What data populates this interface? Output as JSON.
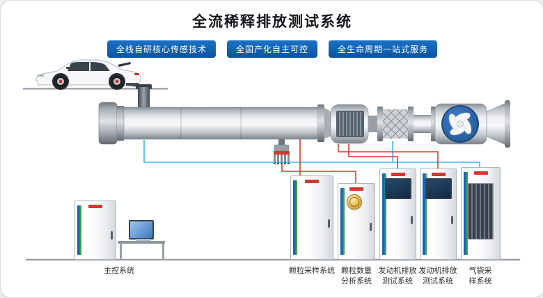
{
  "title": "全流稀释排放测试系统",
  "badges": [
    {
      "label": "全栈自研核心传感技术"
    },
    {
      "label": "全国产化自主可控"
    },
    {
      "label": "全生命周期一站式服务"
    }
  ],
  "systems": [
    {
      "label": "主控系统"
    },
    {
      "label": "颗粒采样系统"
    },
    {
      "label": "颗粒数量\n分析系统"
    },
    {
      "label": "发动机排放\n测试系统"
    },
    {
      "label": "发动机排放\n测试系统"
    },
    {
      "label": "气袋采\n样系统"
    }
  ],
  "colors": {
    "badge_blue": "#0f5bad",
    "line_red": "#d93a31",
    "line_cyan": "#39b8e8",
    "fan_blue": "#2a5d9f",
    "cabinet_stripe_blue": "#1565c0",
    "cabinet_stripe_green": "#3fa047",
    "brand_logo_red": "#cf3a30"
  },
  "icons": {
    "fan": "fan-icon",
    "car": "car-illustration",
    "monitor": "monitor-icon",
    "award": "award-badge"
  }
}
